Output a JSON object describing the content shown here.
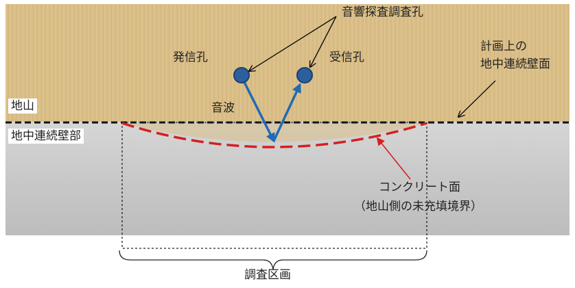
{
  "labels": {
    "probe_holes": "音響探査調査孔",
    "tx_hole": "発信孔",
    "rx_hole": "受信孔",
    "planned_wall_line1": "計画上の",
    "planned_wall_line2": "地中連続壁面",
    "ground": "地山",
    "wave": "音波",
    "wall_part": "地中連続壁部",
    "concrete_line1": "コンクリート面",
    "concrete_line2": "（地山側の未充填境界）",
    "section": "調査区画"
  },
  "colors": {
    "soil": "#d9bd86",
    "wall": "#c9c9c9",
    "wave": "#1f6bb5",
    "hole": "#2d5f9e",
    "concrete_boundary": "#d42020",
    "planned_line": "#111111"
  }
}
